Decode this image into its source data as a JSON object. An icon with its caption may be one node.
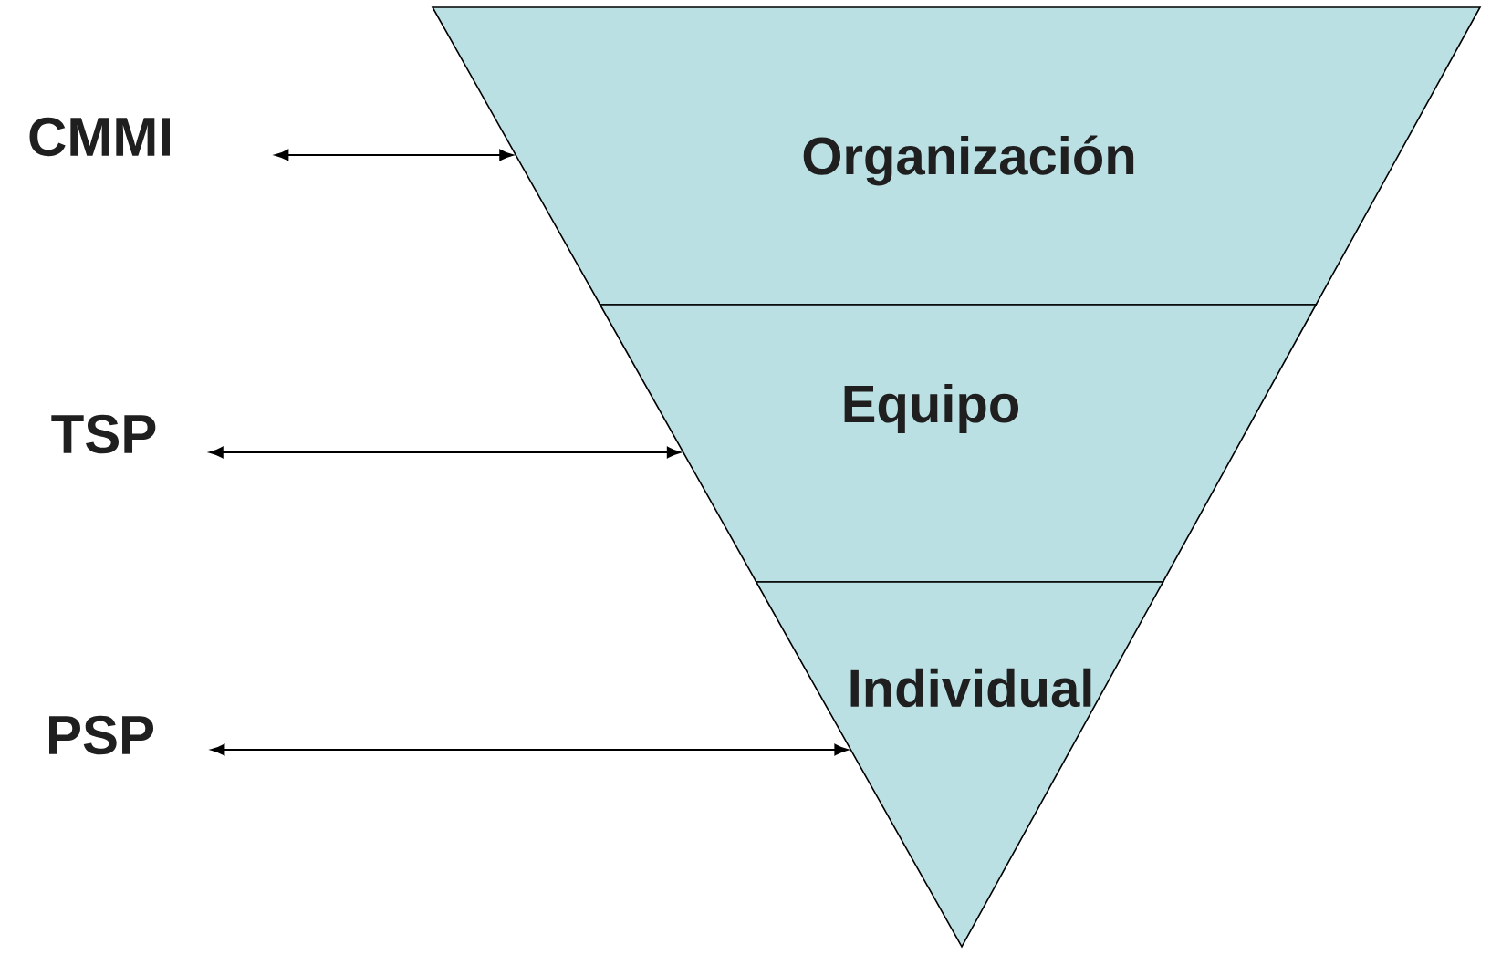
{
  "diagram": {
    "nodes": [
      {
        "text": [
          "CMMI"
        ]
      },
      {
        "text": [
          "TSP"
        ]
      },
      {
        "text": [
          "PSP"
        ]
      },
      {
        "text": [
          "Organización"
        ]
      },
      {
        "text": [
          "Equipo"
        ]
      },
      {
        "text": [
          "Individual"
        ]
      }
    ],
    "edges": [
      {
        "from": 0,
        "to": 3,
        "arrow": "both"
      },
      {
        "from": 1,
        "to": 4,
        "arrow": "both"
      },
      {
        "from": 2,
        "to": 5,
        "arrow": "both"
      }
    ]
  }
}
